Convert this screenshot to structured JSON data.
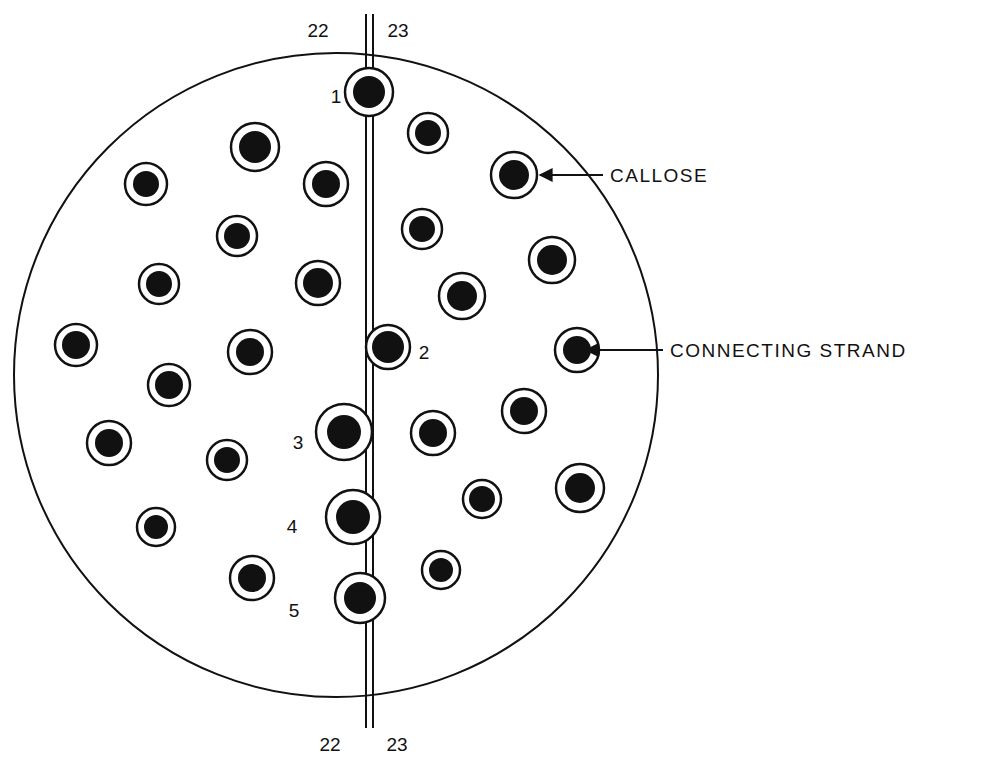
{
  "diagram": {
    "labels": [
      "22",
      "23",
      "1",
      "CALLOSE",
      "2",
      "CONNECTING STRAND",
      "3",
      "4",
      "5",
      "22",
      "23"
    ]
  }
}
